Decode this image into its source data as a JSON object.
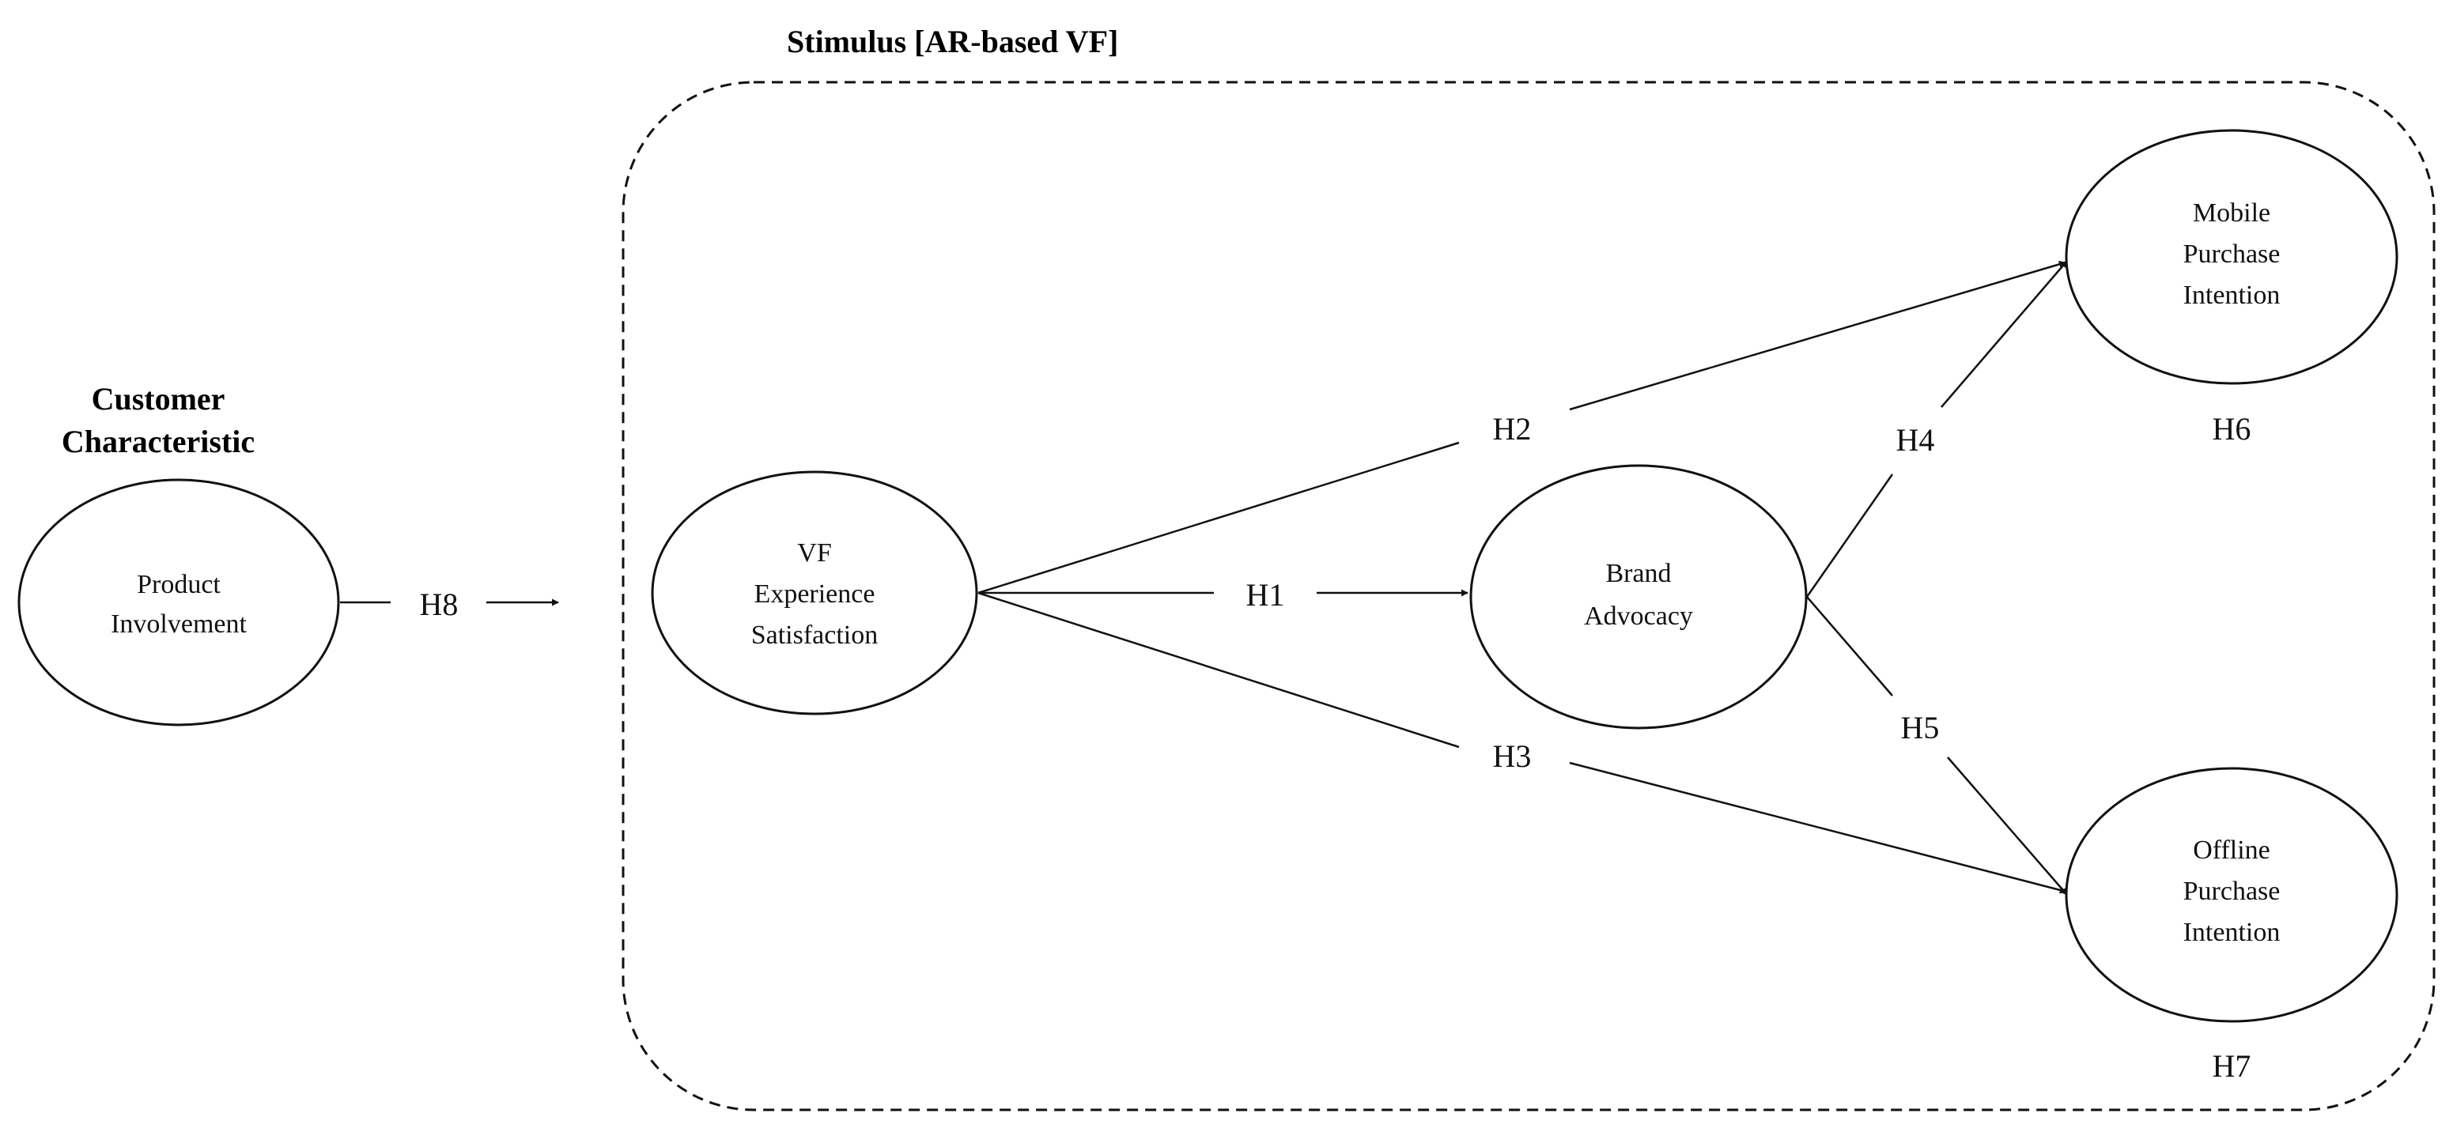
{
  "headings": {
    "stimulus": "Stimulus [AR-based VF]",
    "customer_line1": "Customer",
    "customer_line2": "Characteristic"
  },
  "nodes": {
    "product_involvement": {
      "line1": "Product",
      "line2": "Involvement"
    },
    "vf_satisfaction": {
      "line1": "VF",
      "line2": "Experience",
      "line3": "Satisfaction"
    },
    "brand_advocacy": {
      "line1": "Brand",
      "line2": "Advocacy"
    },
    "mobile_intention": {
      "line1": "Mobile",
      "line2": "Purchase",
      "line3": "Intention"
    },
    "offline_intention": {
      "line1": "Offline",
      "line2": "Purchase",
      "line3": "Intention"
    }
  },
  "hypotheses": {
    "h1": "H1",
    "h2": "H2",
    "h3": "H3",
    "h4": "H4",
    "h5": "H5",
    "h6": "H6",
    "h7": "H7",
    "h8": "H8"
  },
  "colors": {
    "stroke": "#111111",
    "background": "#ffffff"
  }
}
